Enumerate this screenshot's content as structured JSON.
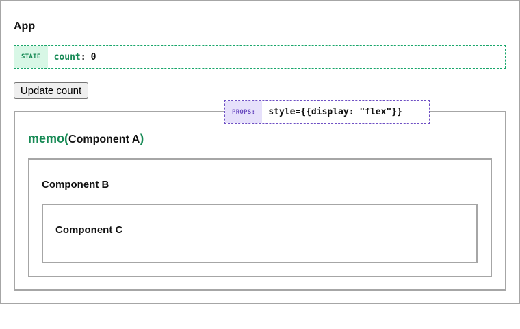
{
  "app": {
    "title": "App"
  },
  "state": {
    "tag": "STATE",
    "key": "count",
    "colon": ":",
    "value": "0"
  },
  "update_button": {
    "label": "Update count"
  },
  "props": {
    "tag": "PROPS:",
    "value": "style={{display: \"flex\"}}"
  },
  "component_a": {
    "wrapper_open": "memo(",
    "wrapper_word": "memo",
    "paren_open": "(",
    "name": "Component A",
    "paren_close": ")"
  },
  "component_b": {
    "title": "Component B"
  },
  "component_c": {
    "title": "Component C"
  },
  "colors": {
    "state_accent": "#178a55",
    "props_accent": "#6a4bc0",
    "border_gray": "#a6a6a6"
  }
}
